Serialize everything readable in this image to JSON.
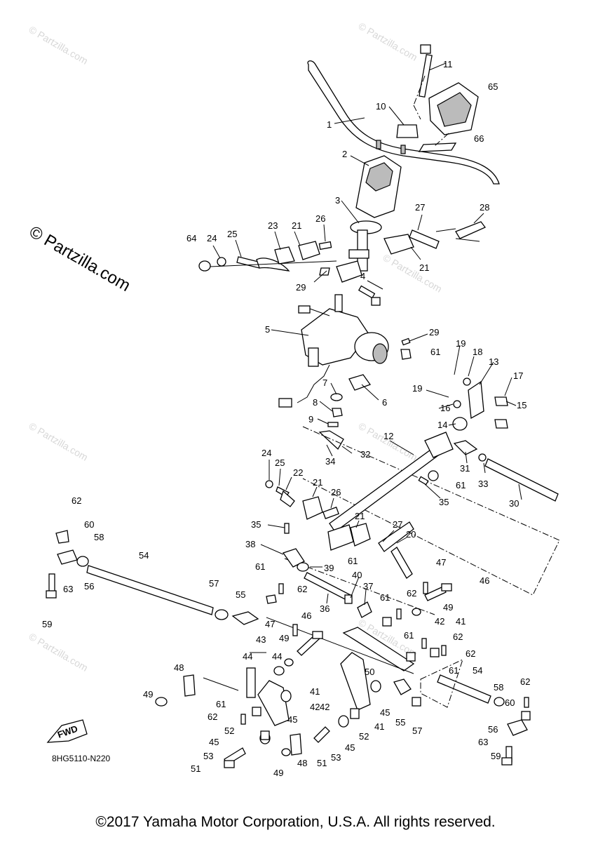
{
  "watermark": {
    "main": "© Partzilla.com",
    "faint": "© Partzilla.com"
  },
  "diagram_code": "8HG5110-N220",
  "fwd_label": "FWD",
  "copyright": "©2017 Yamaha Motor Corporation, U.S.A. All rights reserved.",
  "callouts": [
    "1",
    "2",
    "3",
    "4",
    "5",
    "6",
    "7",
    "8",
    "9",
    "10",
    "11",
    "12",
    "13",
    "14",
    "15",
    "16",
    "17",
    "18",
    "19",
    "19",
    "20",
    "21",
    "21",
    "21",
    "21",
    "22",
    "23",
    "24",
    "24",
    "25",
    "25",
    "26",
    "26",
    "27",
    "27",
    "28",
    "29",
    "29",
    "30",
    "31",
    "32",
    "33",
    "34",
    "35",
    "35",
    "36",
    "37",
    "38",
    "39",
    "40",
    "41",
    "41",
    "41",
    "42",
    "42",
    "42",
    "43",
    "44",
    "44",
    "45",
    "45",
    "45",
    "45",
    "46",
    "46",
    "47",
    "47",
    "48",
    "48",
    "49",
    "49",
    "49",
    "49",
    "50",
    "51",
    "51",
    "52",
    "52",
    "53",
    "53",
    "54",
    "54",
    "55",
    "55",
    "56",
    "56",
    "57",
    "57",
    "58",
    "58",
    "59",
    "59",
    "60",
    "60",
    "61",
    "61",
    "61",
    "61",
    "61",
    "61",
    "61",
    "61",
    "62",
    "62",
    "62",
    "62",
    "62",
    "62",
    "62",
    "63",
    "63",
    "64",
    "65",
    "66"
  ]
}
